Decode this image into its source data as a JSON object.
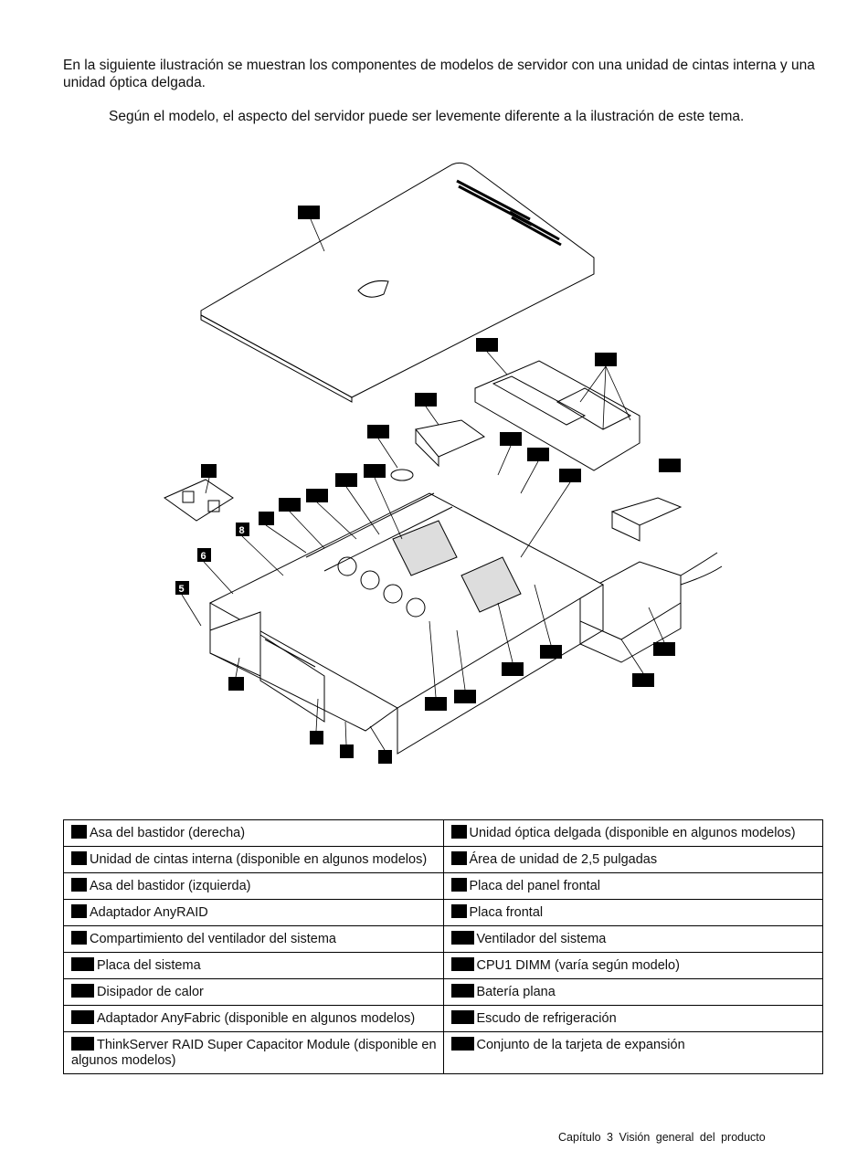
{
  "intro_text": "En la siguiente ilustración se muestran los componentes de modelos de servidor con una unidad de cintas interna y una unidad óptica delgada.",
  "note_text": "Según el modelo, el aspecto del servidor puede ser levemente diferente a la ilustración de este tema.",
  "figure": {
    "callout_labels": [
      "5",
      "6",
      "8"
    ]
  },
  "legend": {
    "rows": [
      {
        "left": "Asa del bastidor (derecha)",
        "right": "Unidad óptica delgada (disponible en algunos modelos)"
      },
      {
        "left": "Unidad de cintas interna (disponible en algunos modelos)",
        "right": "Área de unidad de 2,5 pulgadas"
      },
      {
        "left": "Asa del bastidor (izquierda)",
        "right": "Placa del panel frontal"
      },
      {
        "left": "Adaptador AnyRAID",
        "right": "Placa frontal"
      },
      {
        "left": "Compartimiento del ventilador del sistema",
        "right": "Ventilador del sistema"
      },
      {
        "left": "Placa del sistema",
        "right": "CPU1 DIMM (varía según modelo)"
      },
      {
        "left": "Disipador de calor",
        "right": "Batería plana"
      },
      {
        "left": "Adaptador AnyFabric (disponible en algunos modelos)",
        "right": "Escudo de refrigeración"
      },
      {
        "left": "ThinkServer RAID Super Capacitor Module (disponible en algunos modelos)",
        "right": "Conjunto de la tarjeta de expansión"
      }
    ]
  },
  "footer": {
    "chapter": "Capítulo 3",
    "title": "Visión general del producto"
  }
}
